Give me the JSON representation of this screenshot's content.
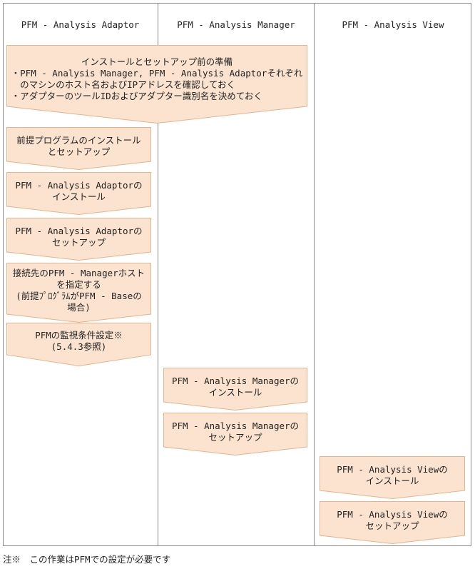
{
  "columns": [
    {
      "label": "PFM - Analysis Adaptor"
    },
    {
      "label": "PFM - Analysis Manager"
    },
    {
      "label": "PFM - Analysis View"
    }
  ],
  "steps": [
    {
      "lines": [
        "インストールとセットアップ前の準備",
        "・PFM - Analysis Manager, PFM - Analysis Adaptorそれぞれ",
        "　のマシンのホスト名およびIPアドレスを確認しておく",
        "・アダプターのツールIDおよびアダプター識別名を決めておく"
      ]
    },
    {
      "lines": [
        "前提プログラムのインストール",
        "とセットアップ"
      ]
    },
    {
      "lines": [
        "PFM - Analysis Adaptorの",
        "インストール"
      ]
    },
    {
      "lines": [
        "PFM - Analysis Adaptorの",
        "セットアップ"
      ]
    },
    {
      "lines": [
        "接続先のPFM - Managerホスト",
        "を指定する",
        "(前提ﾌﾟﾛｸﾞﾗﾑがPFM - Baseの",
        "場合)"
      ]
    },
    {
      "lines": [
        "PFMの監視条件設定※",
        "(5.4.3参照)"
      ]
    },
    {
      "lines": [
        "PFM - Analysis Managerの",
        "インストール"
      ]
    },
    {
      "lines": [
        "PFM - Analysis Managerの",
        "セットアップ"
      ]
    },
    {
      "lines": [
        "PFM - Analysis Viewの",
        "インストール"
      ]
    },
    {
      "lines": [
        "PFM - Analysis Viewの",
        "セットアップ"
      ]
    }
  ],
  "footnote": "注※　この作業はPFMでの設定が必要です",
  "colors": {
    "box_fill": "#fbe3cf",
    "box_stroke": "#e2b48f",
    "border": "#8a8a8a",
    "text": "#222222"
  }
}
